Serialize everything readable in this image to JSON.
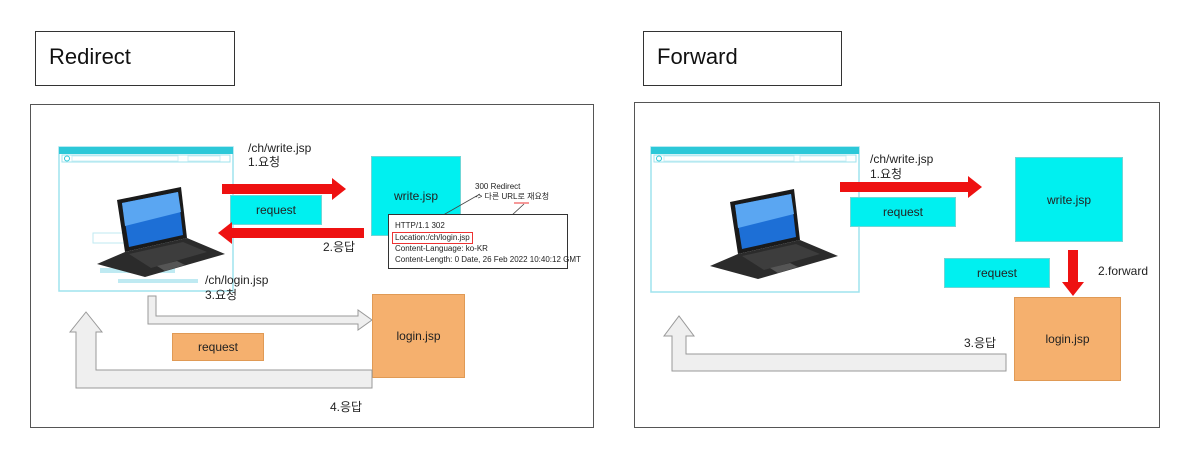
{
  "redirect": {
    "title": "Redirect",
    "step1_path": "/ch/write.jsp",
    "step1_label": "1.요청",
    "request_label_1": "request",
    "write_label": "write.jsp",
    "step2_label": "2.응답",
    "step3_path": "/ch/login.jsp",
    "step3_label": "3.요청",
    "request_label_2": "request",
    "login_label": "login.jsp",
    "step4_label": "4.응답",
    "note_line1": "300 Redirect",
    "note_line2": "-> 다른 URL로 재요청",
    "http_response": {
      "status": "HTTP/1.1 302",
      "location": "Location:/ch/login.jsp",
      "language": "Content-Language: ko-KR",
      "length_date": "Content-Length: 0 Date, 26 Feb 2022 10:40:12 GMT"
    }
  },
  "forward": {
    "title": "Forward",
    "step1_path": "/ch/write.jsp",
    "step1_label": "1.요청",
    "request_label_1": "request",
    "write_label": "write.jsp",
    "request_label_2": "request",
    "step2_label": "2.forward",
    "login_label": "login.jsp",
    "step3_label": "3.응답"
  },
  "colors": {
    "jsp_box": "#00f0f0",
    "request_orange": "#f5b06e",
    "arrow_red": "#ee1111",
    "outline_arrow_fill": "#efefef",
    "outline_arrow_stroke": "#999999",
    "browser_outline": "#9fe3ee"
  },
  "icons": [
    "laptop-icon",
    "browser-window-icon"
  ]
}
